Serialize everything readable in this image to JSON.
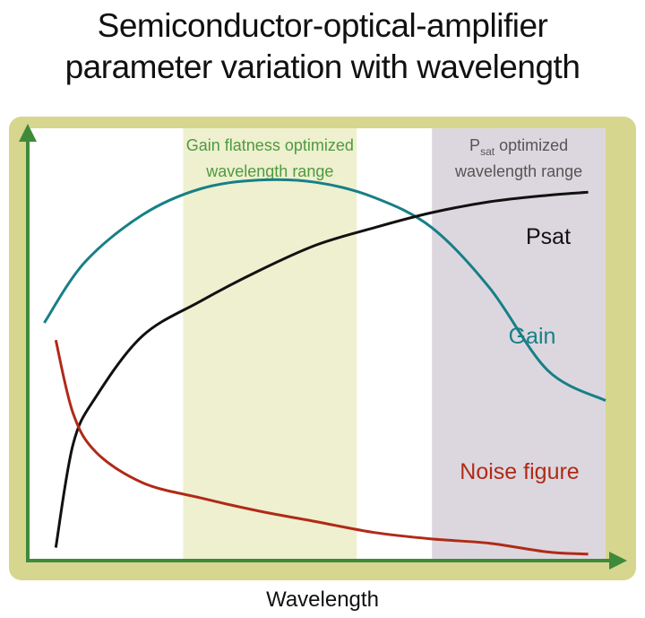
{
  "title_line1": "Semiconductor-optical-amplifier",
  "title_line2": "parameter variation with wavelength",
  "colors": {
    "frame": "#d6d68f",
    "axis": "#3f8a3a",
    "gain_band": "#eef0cf",
    "psat_band": "#dcd7df",
    "gain": "#187f86",
    "psat": "#111111",
    "noise": "#b02a17",
    "gain_band_text": "#4e9a3f",
    "psat_band_text": "#555555"
  },
  "chart_data": {
    "type": "line",
    "title": "Semiconductor-optical-amplifier parameter variation with wavelength",
    "xlabel": "Wavelength",
    "ylabel": "",
    "xlim": [
      0,
      100
    ],
    "ylim": [
      0,
      100
    ],
    "grid": false,
    "series": [
      {
        "name": "Gain",
        "x": [
          3,
          10,
          20,
          30,
          40,
          50,
          60,
          70,
          80,
          90,
          100
        ],
        "y": [
          55,
          69,
          80,
          86,
          88,
          87.5,
          84,
          77,
          63,
          44,
          37
        ]
      },
      {
        "name": "Psat",
        "x": [
          5,
          8,
          12,
          20,
          30,
          40,
          50,
          60,
          70,
          80,
          90,
          97
        ],
        "y": [
          3,
          27,
          38,
          52,
          60,
          67,
          73,
          77,
          80.5,
          83,
          84.5,
          85.2
        ]
      },
      {
        "name": "Noise figure",
        "x": [
          5,
          8,
          12,
          20,
          30,
          40,
          50,
          60,
          70,
          80,
          90,
          97
        ],
        "y": [
          51,
          34,
          25,
          18,
          14.5,
          11.5,
          9,
          6.5,
          5,
          4,
          2,
          1.5
        ]
      }
    ],
    "bands": [
      {
        "label": "Gain flatness optimized",
        "label_line2": "wavelength range",
        "x0": 27,
        "x1": 57
      },
      {
        "label": "P",
        "label_sub": "sat",
        "label_rest": " optimized",
        "label_line2": "wavelength range",
        "x0": 70,
        "x1": 100
      }
    ]
  }
}
